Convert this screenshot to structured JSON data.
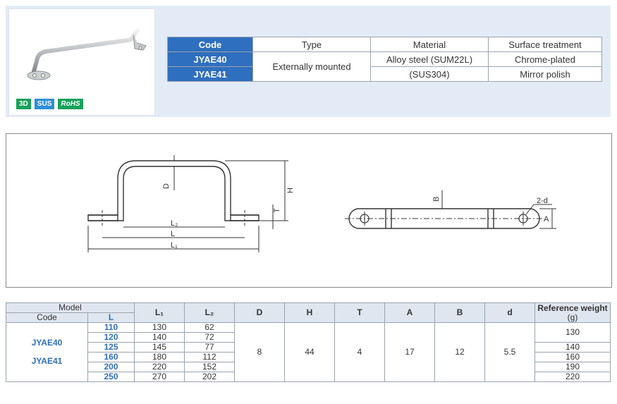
{
  "badges": [
    "3D",
    "SUS",
    "RoHS"
  ],
  "spec": {
    "headers": [
      "Code",
      "Type",
      "Material",
      "Surface treatment"
    ],
    "codes": [
      "JYAE40",
      "JYAE41"
    ],
    "type": "Externally mounted",
    "materials": [
      "Alloy steel (SUM22L)",
      "(SUS304)"
    ],
    "treatments": [
      "Chrome-plated",
      "Mirror polish"
    ]
  },
  "drawing": {
    "labels": {
      "D": "D",
      "H": "H",
      "T": "T",
      "L2": "L₂",
      "L": "L",
      "L1": "L₁",
      "B": "B",
      "A": "A",
      "d": "2-d"
    }
  },
  "dims": {
    "model_h": "Model",
    "code_h": "Code",
    "l_h": "L",
    "l1_h": "L₁",
    "l2_h": "L₂",
    "D_h": "D",
    "H_h": "H",
    "T_h": "T",
    "A_h": "A",
    "B_h": "B",
    "d_h": "d",
    "weight_h": "Reference weight",
    "weight_unit": "(g)",
    "codes": [
      "JYAE40",
      "JYAE41"
    ],
    "rows": [
      {
        "L": "110",
        "L1": "130",
        "L2": "62"
      },
      {
        "L": "120",
        "L1": "140",
        "L2": "72"
      },
      {
        "L": "125",
        "L1": "145",
        "L2": "77"
      },
      {
        "L": "160",
        "L1": "180",
        "L2": "112"
      },
      {
        "L": "200",
        "L1": "220",
        "L2": "152"
      },
      {
        "L": "250",
        "L1": "270",
        "L2": "202"
      }
    ],
    "D": "8",
    "H": "44",
    "T": "4",
    "A": "17",
    "B": "12",
    "d": "5.5",
    "weights": [
      "130",
      "140",
      "160",
      "190",
      "220"
    ]
  }
}
